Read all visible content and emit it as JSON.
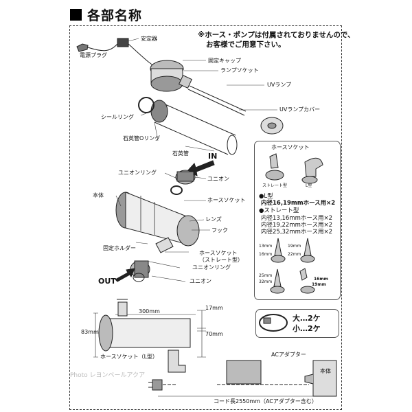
{
  "header": {
    "title": "各部名称"
  },
  "note": [
    "※ホース・ポンプは付属されておりませんので、",
    "お客様でご用意下さい。"
  ],
  "labels": {
    "ballast": "安定器",
    "power_plug": "電源プラグ",
    "fixing_cap": "固定キャップ",
    "lamp_socket": "ランプソケット",
    "uv_lamp": "UVランプ",
    "uv_lamp_cover": "UVランプカバー",
    "seal_ring": "シールリング",
    "quartz_oring": "石英管Oリング",
    "quartz_tube": "石英管",
    "in": "IN",
    "out": "OUT",
    "union_ring_top": "ユニオンリング",
    "union_top": "ユニオン",
    "body": "本体",
    "hose_socket": "ホースソケット",
    "lens": "レンズ",
    "hook": "フック",
    "fixing_holder": "固定ホルダー",
    "hose_socket_straight_1": "ホースソケット",
    "hose_socket_straight_2": "（ストレート型）",
    "union_ring_bottom": "ユニオンリング",
    "union_bottom": "ユニオン",
    "hose_socket_l": "ホースソケット（L型）",
    "ac_adapter": "ACアダプター",
    "body_bottom": "本体",
    "cord_length": "コード長2550mm（ACアダプター含む）",
    "watermark": "Photo レヨンベールアクア"
  },
  "dimensions": {
    "length": "300mm",
    "height": "83mm",
    "top": "17mm",
    "right": "70mm"
  },
  "hose_panel": {
    "title": "ホースソケット",
    "straight": "ストレート型",
    "l_type": "L型",
    "l_head": "●L型",
    "l_spec": "内径16,19mmホース用×2",
    "straight_head": "●ストレート型",
    "straight_specs": [
      "内径13,16mmホース用×2",
      "内径19,22mmホース用×2",
      "内径25,32mmホース用×2"
    ],
    "sizes": [
      "13mm",
      "16mm",
      "19mm",
      "22mm",
      "25mm",
      "32mm",
      "16mm",
      "19mm"
    ]
  },
  "bands": {
    "large": "大…2ケ",
    "small": "小…2ケ"
  }
}
